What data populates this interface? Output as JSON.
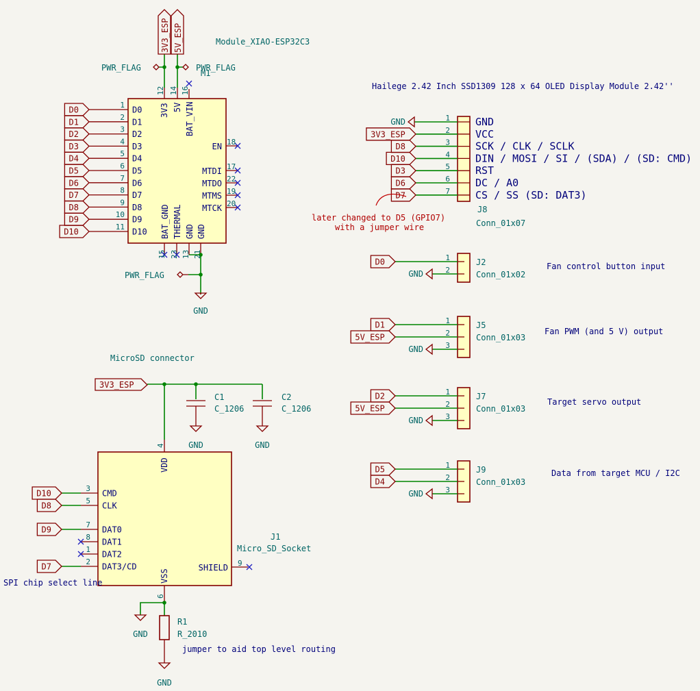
{
  "colors": {
    "background": "#f5f4ef",
    "wire": "#008400",
    "symbol": "#840000",
    "body_fill": "#ffffc2",
    "text": "#006464",
    "pin": "#00007a",
    "note": "#b00000"
  },
  "annotations": {
    "module_title": "Module_XIAO-ESP32C3",
    "oled_title": "Hailege 2.42 Inch SSD1309 128 x 64 OLED Display Module 2.42''",
    "microsd_title": "MicroSD connector",
    "fan_button": "Fan control button input",
    "fan_pwm": "Fan PWM (and 5 V) output",
    "servo": "Target servo output",
    "data_mcu": "Data from target MCU / I2C",
    "spi_cs": "SPI chip select line",
    "jumper_note": "jumper to aid top level routing",
    "later_note_1": "later changed to D5 (GPIO7)",
    "later_note_2": "with a jumper wire"
  },
  "power": {
    "pwr_flag": "PWR_FLAG",
    "gnd": "GND",
    "v33": "3V3_ESP",
    "v5": "5V_ESP"
  },
  "m1": {
    "ref": "M1",
    "left_pins": [
      {
        "num": "1",
        "name": "D0",
        "label": "D0"
      },
      {
        "num": "2",
        "name": "D1",
        "label": "D1"
      },
      {
        "num": "3",
        "name": "D2",
        "label": "D2"
      },
      {
        "num": "4",
        "name": "D3",
        "label": "D3"
      },
      {
        "num": "5",
        "name": "D4",
        "label": "D4"
      },
      {
        "num": "6",
        "name": "D5",
        "label": "D5"
      },
      {
        "num": "7",
        "name": "D6",
        "label": "D6"
      },
      {
        "num": "8",
        "name": "D7",
        "label": "D7"
      },
      {
        "num": "9",
        "name": "D8",
        "label": "D8"
      },
      {
        "num": "10",
        "name": "D9",
        "label": "D9"
      },
      {
        "num": "11",
        "name": "D10",
        "label": "D10"
      }
    ],
    "right_pins": [
      {
        "num": "18",
        "name": "EN"
      },
      {
        "num": "17",
        "name": "MTDI"
      },
      {
        "num": "22",
        "name": "MTDO"
      },
      {
        "num": "19",
        "name": "MTMS"
      },
      {
        "num": "20",
        "name": "MTCK"
      }
    ],
    "top_pins": [
      {
        "num": "12",
        "name": "3V3"
      },
      {
        "num": "14",
        "name": "5V"
      },
      {
        "num": "16",
        "name": "BAT_VIN"
      }
    ],
    "bottom_pins": [
      {
        "num": "15",
        "name": "BAT_GND"
      },
      {
        "num": "23",
        "name": "THERMAL"
      },
      {
        "num": "13",
        "name": "GND"
      },
      {
        "num": "21",
        "name": "GND"
      }
    ]
  },
  "j8": {
    "ref": "J8",
    "value": "Conn_01x07",
    "pins": [
      {
        "num": "1",
        "name": "GND",
        "net": "GND"
      },
      {
        "num": "2",
        "name": "VCC",
        "net": "3V3_ESP"
      },
      {
        "num": "3",
        "name": "SCK / CLK / SCLK",
        "net": "D8"
      },
      {
        "num": "4",
        "name": "DIN / MOSI / SI / (SDA) / (SD: CMD)",
        "net": "D10"
      },
      {
        "num": "5",
        "name": "RST",
        "net": "D3"
      },
      {
        "num": "6",
        "name": "DC / A0",
        "net": "D6"
      },
      {
        "num": "7",
        "name": "CS / SS (SD: DAT3)",
        "net": "D7"
      }
    ]
  },
  "j2": {
    "ref": "J2",
    "value": "Conn_01x02",
    "pins": [
      {
        "num": "1",
        "net": "D0"
      },
      {
        "num": "2",
        "net": "GND"
      }
    ]
  },
  "j5": {
    "ref": "J5",
    "value": "Conn_01x03",
    "pins": [
      {
        "num": "1",
        "net": "D1"
      },
      {
        "num": "2",
        "net": "5V_ESP"
      },
      {
        "num": "3",
        "net": "GND"
      }
    ]
  },
  "j7": {
    "ref": "J7",
    "value": "Conn_01x03",
    "pins": [
      {
        "num": "1",
        "net": "D2"
      },
      {
        "num": "2",
        "net": "5V_ESP"
      },
      {
        "num": "3",
        "net": "GND"
      }
    ]
  },
  "j9": {
    "ref": "J9",
    "value": "Conn_01x03",
    "pins": [
      {
        "num": "1",
        "net": "D5"
      },
      {
        "num": "2",
        "net": "D4"
      },
      {
        "num": "3",
        "net": "GND"
      }
    ]
  },
  "j1": {
    "ref": "J1",
    "value": "Micro_SD_Socket",
    "pins": [
      {
        "num": "3",
        "name": "CMD",
        "net": "D10"
      },
      {
        "num": "5",
        "name": "CLK",
        "net": "D8"
      },
      {
        "num": "7",
        "name": "DAT0",
        "net": "D9"
      },
      {
        "num": "8",
        "name": "DAT1"
      },
      {
        "num": "1",
        "name": "DAT2"
      },
      {
        "num": "2",
        "name": "DAT3/CD",
        "net": "D7"
      }
    ],
    "vdd": {
      "num": "4",
      "name": "VDD"
    },
    "vss": {
      "num": "6",
      "name": "VSS"
    },
    "shield": {
      "num": "9",
      "name": "SHIELD"
    }
  },
  "c1": {
    "ref": "C1",
    "value": "C_1206"
  },
  "c2": {
    "ref": "C2",
    "value": "C_1206"
  },
  "r1": {
    "ref": "R1",
    "value": "R_2010"
  }
}
